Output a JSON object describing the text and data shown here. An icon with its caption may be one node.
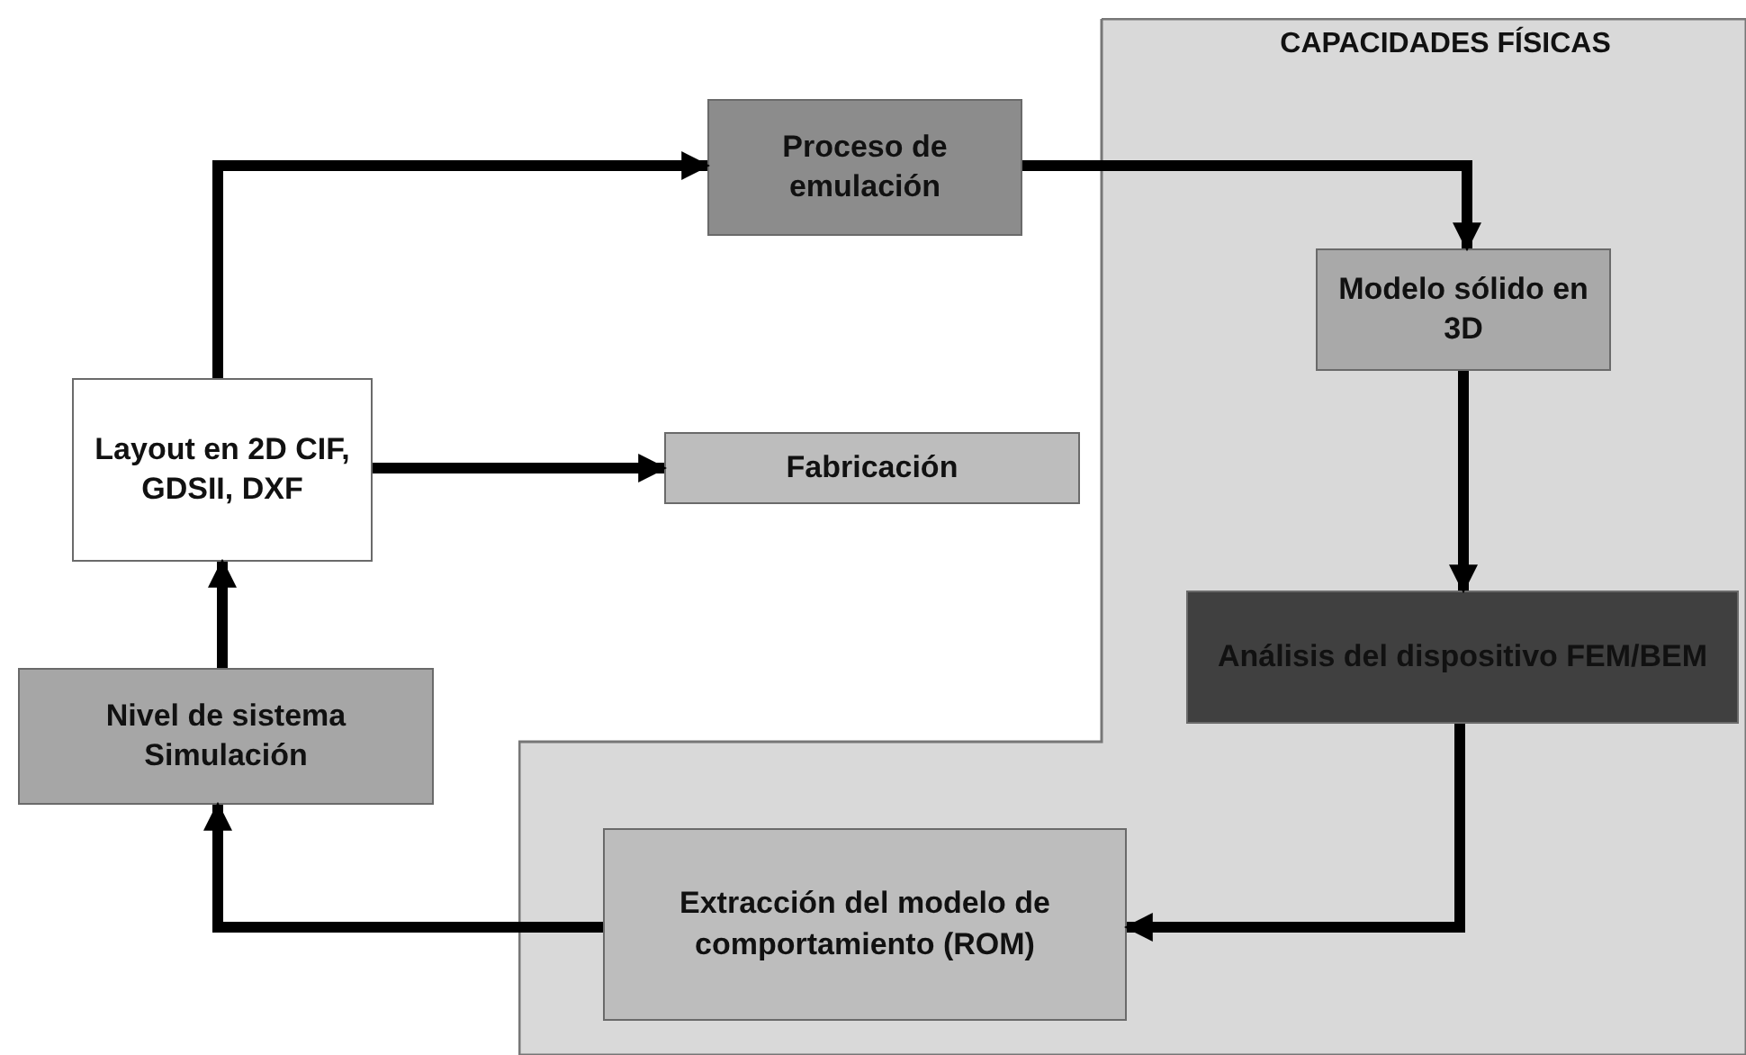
{
  "diagram": {
    "nodes": [
      {
        "text": [
          "CAPACIDADES FÍSICAS"
        ]
      },
      {
        "text": [
          "Proceso de emulación"
        ]
      },
      {
        "text": [
          "Modelo sólido en 3D"
        ],
        "in": 0
      },
      {
        "text": [
          "Layout en 2D CIF, GDSII, DXF"
        ]
      },
      {
        "text": [
          "Fabricación"
        ]
      },
      {
        "text": [
          "Análisis del dispositivo FEM/BEM"
        ],
        "in": 0
      },
      {
        "text": [
          "Nivel de sistema Simulación"
        ]
      },
      {
        "text": [
          "Extracción del modelo de comportamiento (ROM)"
        ],
        "in": 0
      }
    ],
    "edges": [
      {
        "from": 3,
        "to": 1,
        "arrow": "to"
      },
      {
        "from": 1,
        "to": 2,
        "arrow": "to"
      },
      {
        "from": 3,
        "to": 4,
        "arrow": "to"
      },
      {
        "from": 2,
        "to": 5,
        "arrow": "to"
      },
      {
        "from": 5,
        "to": 7,
        "arrow": "to"
      },
      {
        "from": 7,
        "to": 6,
        "arrow": "to"
      },
      {
        "from": 6,
        "to": 3,
        "arrow": "to"
      }
    ]
  }
}
